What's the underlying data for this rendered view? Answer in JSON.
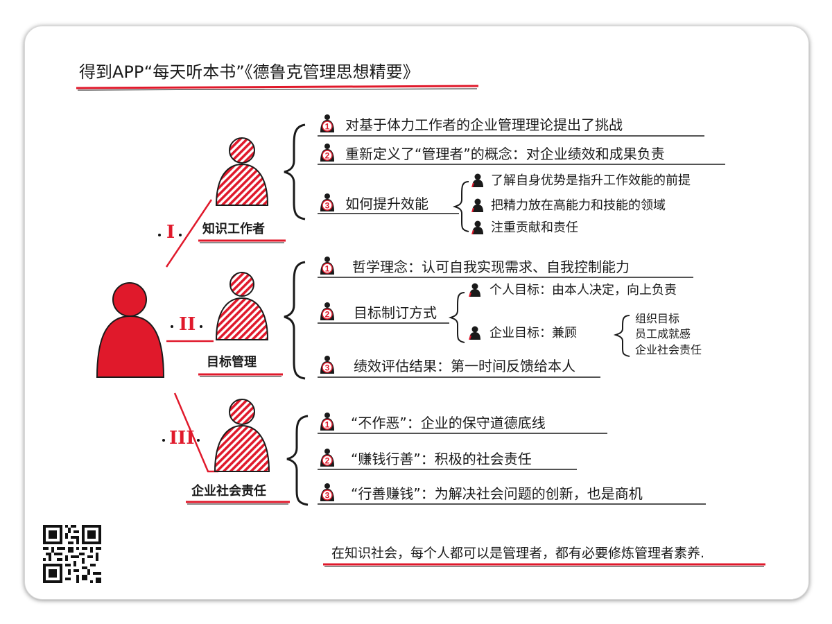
{
  "title": "得到APP“每天听本书”《德鲁克管理思想精要》",
  "sections": [
    {
      "roman": "I",
      "label": "知识工作者",
      "items": [
        {
          "num": "1",
          "text": "对基于体力工作者的企业管理理论提出了挑战"
        },
        {
          "num": "2",
          "text": "重新定义了“管理者”的概念：对企业绩效和成果负责"
        },
        {
          "num": "3",
          "text": "如何提升效能",
          "subitems": [
            "了解自身优势是指升工作效能的前提",
            "把精力放在高能力和技能的领域",
            "注重贡献和责任"
          ]
        }
      ]
    },
    {
      "roman": "II",
      "label": "目标管理",
      "items": [
        {
          "num": "1",
          "text": "哲学理念：认可自我实现需求、自我控制能力"
        },
        {
          "num": "2",
          "text": "目标制订方式",
          "subitems": [
            "个人目标：由本人决定，向上负责",
            "企业目标：兼顾"
          ],
          "subsubitems": [
            "组织目标",
            "员工成就感",
            "企业社会责任"
          ]
        },
        {
          "num": "3",
          "text": "绩效评估结果：第一时间反馈给本人"
        }
      ]
    },
    {
      "roman": "III",
      "label": "企业社会责任",
      "items": [
        {
          "num": "1",
          "text": "“不作恶”：企业的保守道德底线"
        },
        {
          "num": "2",
          "text": "“赚钱行善”：积极的社会责任"
        },
        {
          "num": "3",
          "text": "“行善赚钱”：为解决社会问题的创新，也是商机"
        }
      ]
    }
  ],
  "footer": "在知识社会，每个人都可以是管理者，都有必要修炼管理者素养.",
  "colors": {
    "accent": "#e0192b",
    "ink": "#1a1a1a"
  },
  "icons": [
    "person-icon",
    "number-badge-icon",
    "small-person-icon",
    "qr-code-icon",
    "curly-brace-icon"
  ]
}
